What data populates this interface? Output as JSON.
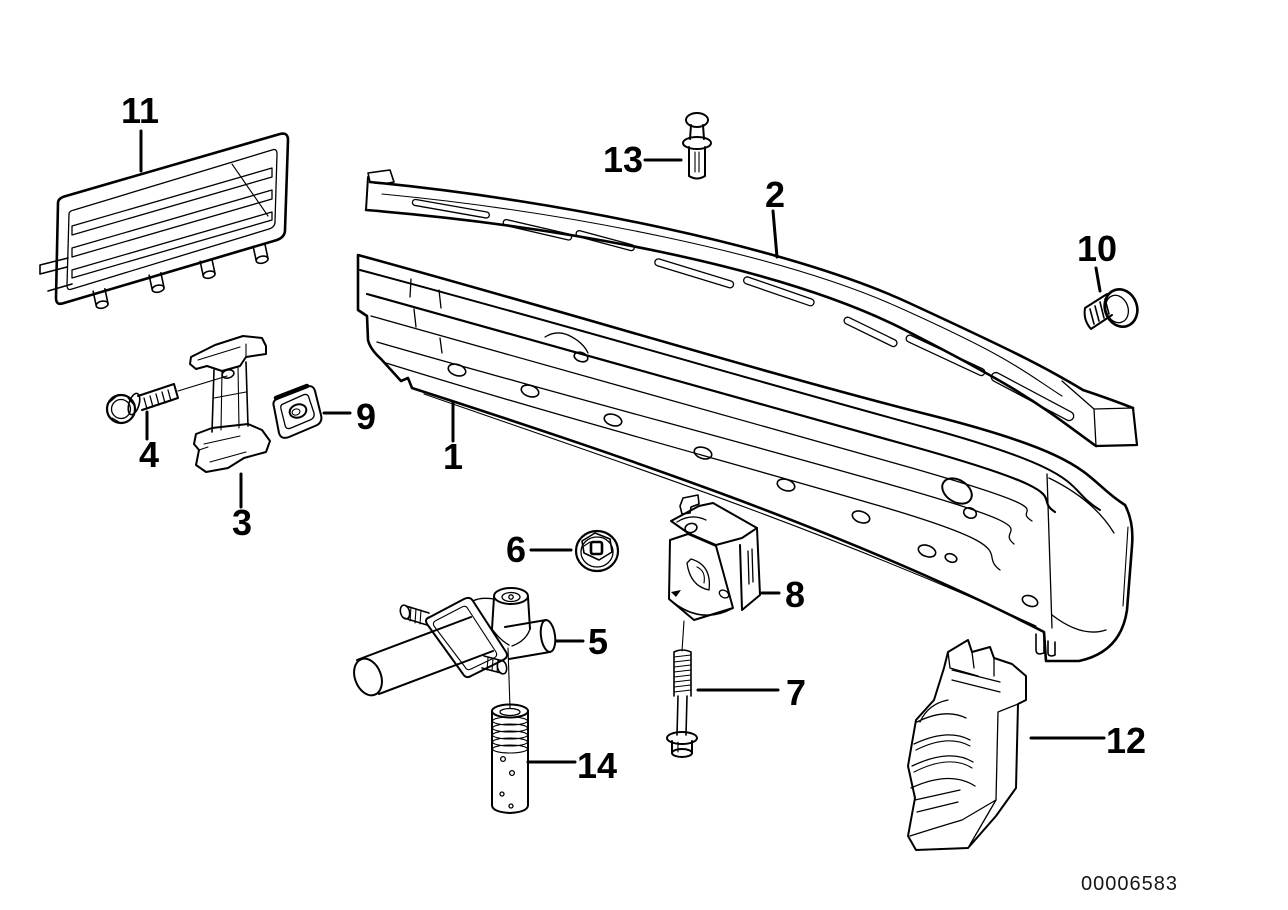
{
  "diagram": {
    "footer_code": "00006583",
    "background_color": "#ffffff",
    "line_color": "#000000",
    "callouts": [
      {
        "label": "1"
      },
      {
        "label": "2"
      },
      {
        "label": "3"
      },
      {
        "label": "4"
      },
      {
        "label": "5"
      },
      {
        "label": "6"
      },
      {
        "label": "7"
      },
      {
        "label": "8"
      },
      {
        "label": "9"
      },
      {
        "label": "10"
      },
      {
        "label": "11"
      },
      {
        "label": "12"
      },
      {
        "label": "13"
      },
      {
        "label": "14"
      }
    ]
  }
}
